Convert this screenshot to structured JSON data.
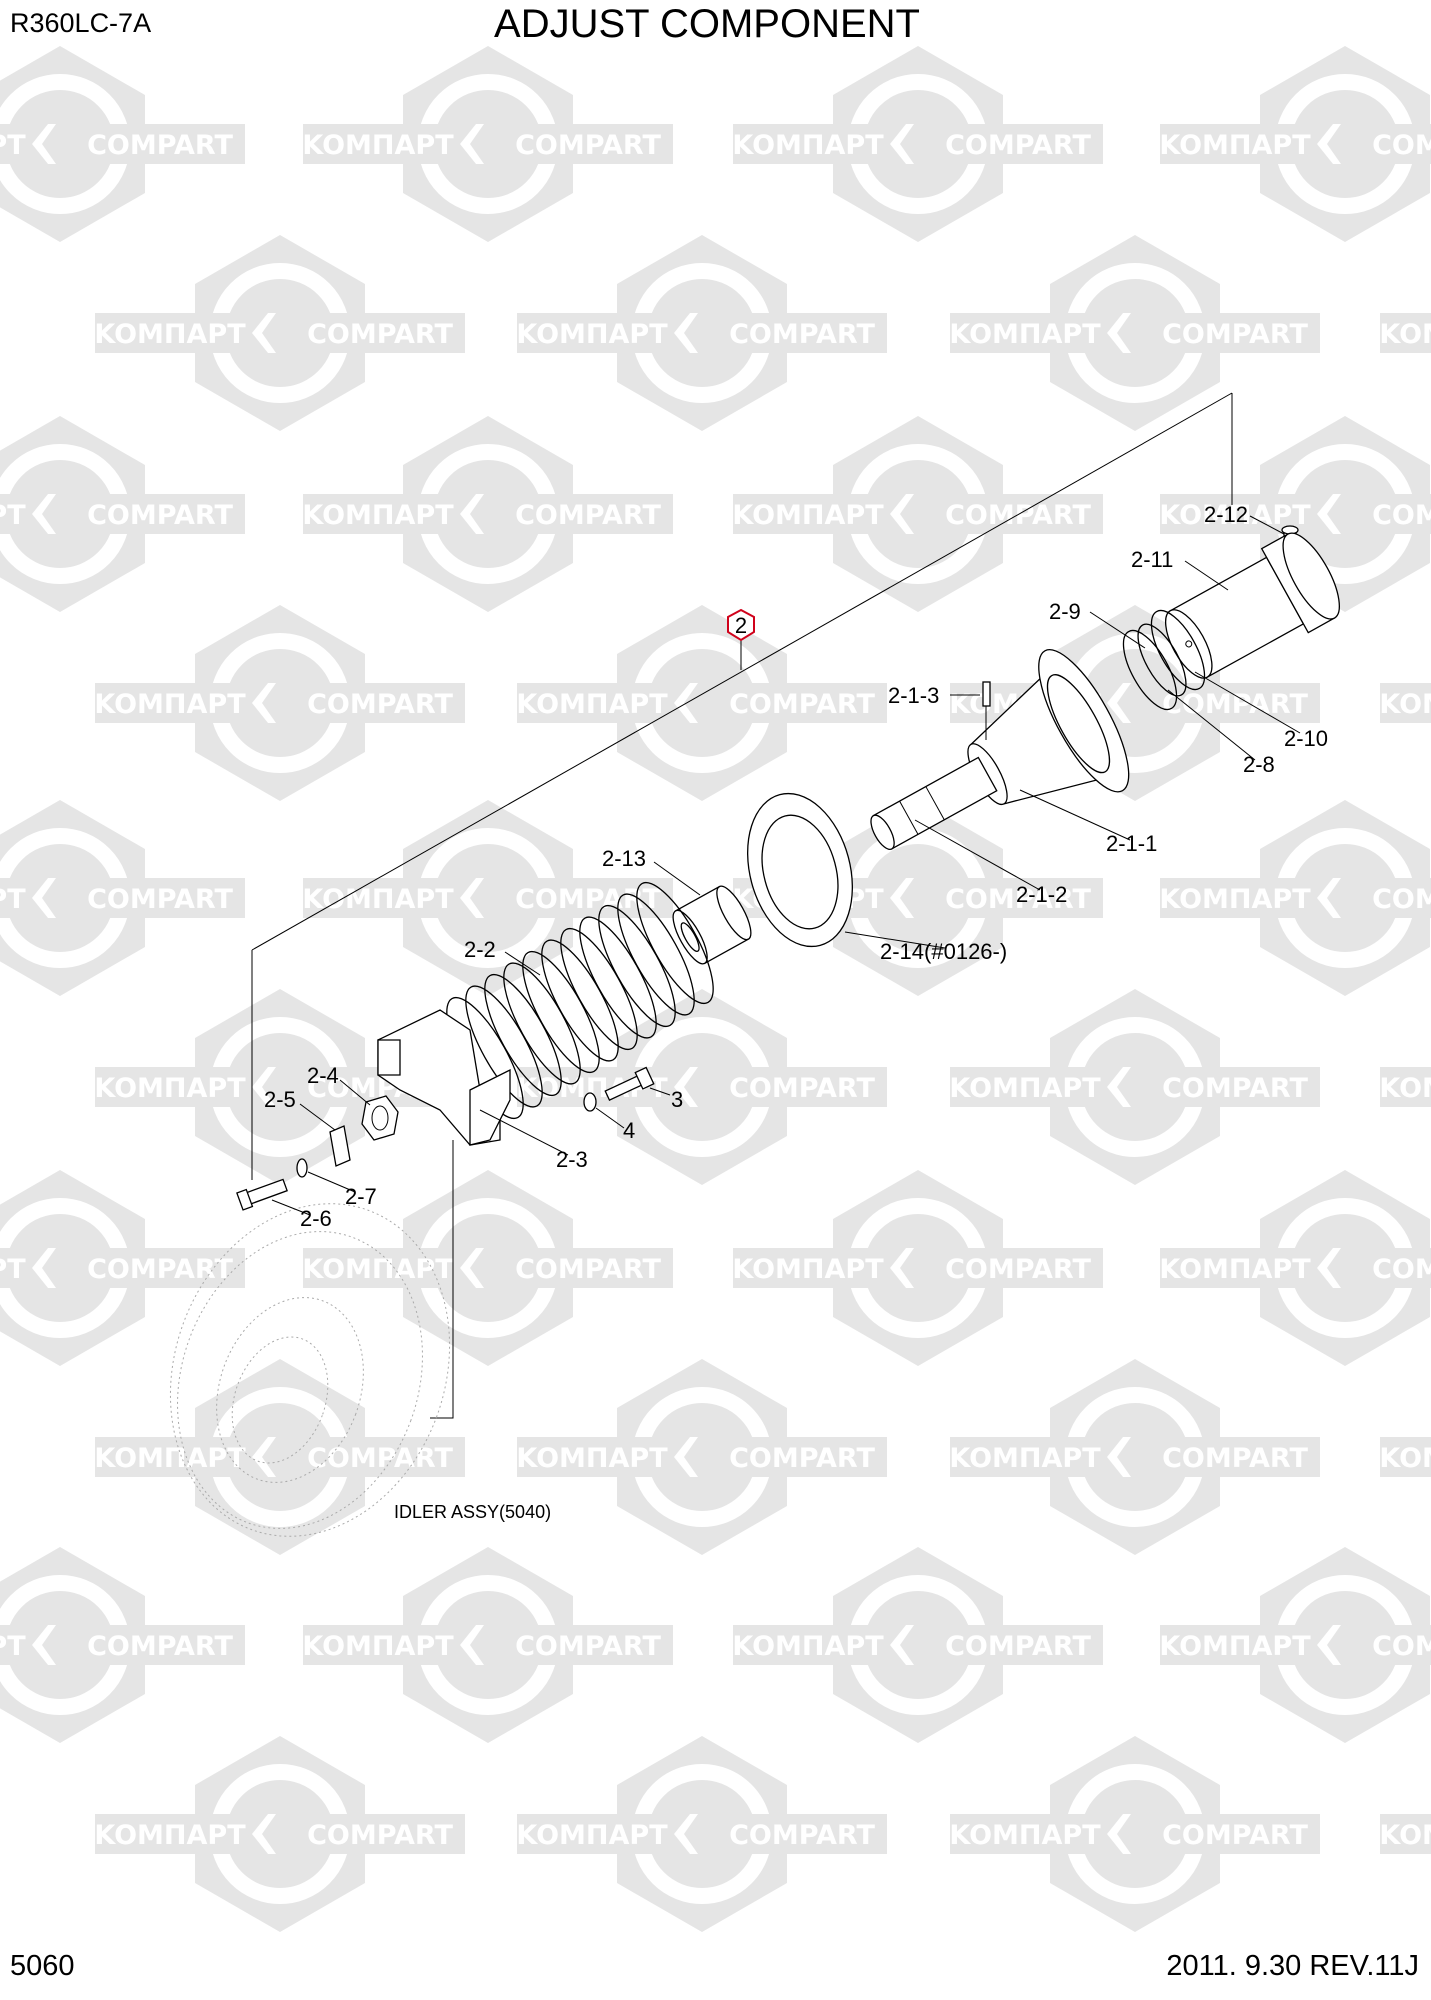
{
  "header": {
    "model": "R360LC-7A",
    "title": "ADJUST COMPONENT"
  },
  "footer": {
    "page_number": "5060",
    "date_revision": "2011. 9.30  REV.11J"
  },
  "watermark": {
    "text_left": "KOMПAPT",
    "text_right": "COMPART"
  },
  "callout": {
    "assembly_number": "2",
    "highlight_color": "#d0021b"
  },
  "labels": {
    "l2_12": "2-12",
    "l2_11": "2-11",
    "l2_9": "2-9",
    "l2_1_3": "2-1-3",
    "l2_10": "2-10",
    "l2_8": "2-8",
    "l2_1_1": "2-1-1",
    "l2_13": "2-13",
    "l2_1_2": "2-1-2",
    "l2_2": "2-2",
    "l2_14": "2-14(#0126-)",
    "l2_4": "2-4",
    "l3": "3",
    "l2_5": "2-5",
    "l4": "4",
    "l2_3": "2-3",
    "l2_7": "2-7",
    "l2_6": "2-6",
    "idler": "IDLER ASSY(5040)"
  }
}
